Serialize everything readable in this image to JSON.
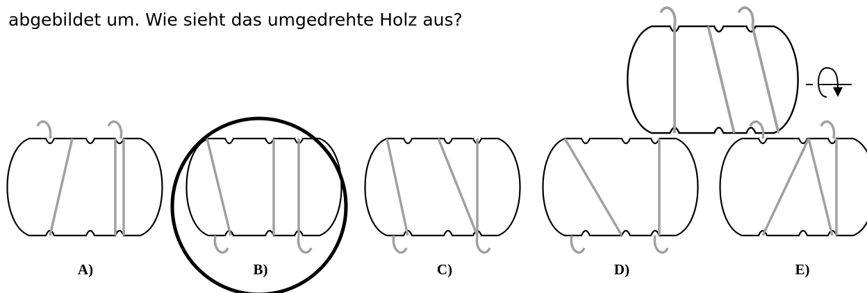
{
  "question_text": "abgebildet um. Wie sieht das umgedrehte Holz aus?",
  "options": [
    {
      "label": "A)"
    },
    {
      "label": "B)"
    },
    {
      "label": "C)"
    },
    {
      "label": "D)"
    },
    {
      "label": "E)"
    }
  ],
  "selected_option": "B)",
  "colors": {
    "outline": "#000000",
    "string": "#a0a0a0",
    "selection_circle": "#000000"
  }
}
